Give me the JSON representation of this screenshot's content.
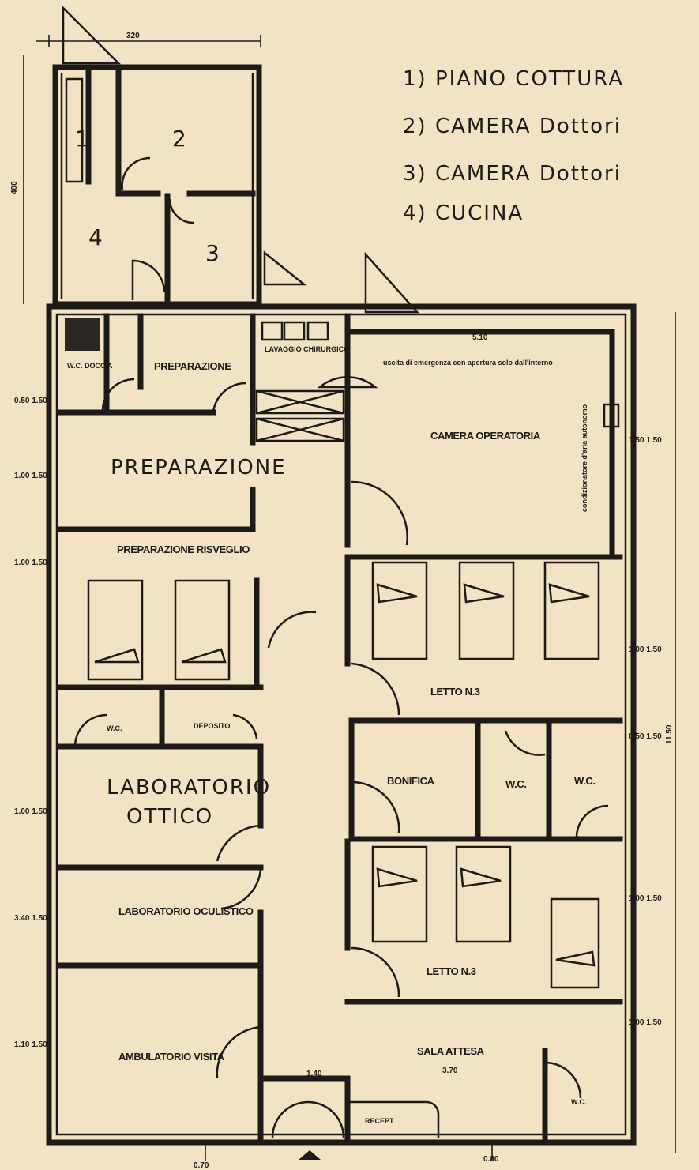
{
  "legend": [
    {
      "num": "1)",
      "text": "PIANO COTTURA"
    },
    {
      "num": "2)",
      "text": "CAMERA Dottori"
    },
    {
      "num": "3)",
      "text": "CAMERA Dottori"
    },
    {
      "num": "4)",
      "text": "CUCINA"
    }
  ],
  "annex_numbers": {
    "one": "1",
    "two": "2",
    "three": "3",
    "four": "4"
  },
  "rooms": {
    "preparazione_top": "PREPARAZIONE",
    "wc_doccia": "W.C. DOCCIA",
    "lavaggio": "LAVAGGIO CHIRURGICO",
    "note_top": "uscita di emergenza con apertura solo dall'interno",
    "camera_operatoria": "CAMERA OPERATORIA",
    "condizionatore": "condizionatore d'aria autonomo",
    "preparazione_hand": "PREPARAZIONE",
    "preparazione_risveglio": "PREPARAZIONE RISVEGLIO",
    "letto_1": "LETTO N.3",
    "wc_left": "W.C.",
    "deposito": "DEPOSITO",
    "bonifica": "BONIFICA",
    "wc_mid": "W.C.",
    "wc_right": "W.C.",
    "lab_ottico_1": "LABORATORIO",
    "lab_ottico_2": "OTTICO",
    "lab_oculistico": "LABORATORIO OCULISTICO",
    "letto_2": "LETTO N.3",
    "sala_attesa": "SALA ATTESA",
    "ambulatorio": "AMBULATORIO VISITA",
    "recept": "RECEPT",
    "wc_bottom": "W.C."
  },
  "dimensions": {
    "top_width": "320",
    "annex_height": "400",
    "overall_height": "11.50",
    "d1": "0.50 1.50",
    "d2": "1.00 1.50",
    "d3": "1.00 1.50",
    "d4": "1.00 1.50",
    "d5": "3.40 1.50",
    "d6": "1.10 1.50",
    "r1": "1.50 1.50",
    "r2": "1.00 1.50",
    "r3": "0.50 1.50",
    "r4": "1.00 1.50",
    "r5": "1.00 1.50",
    "w_top": "5.10",
    "w_entry": "1.40",
    "w_sala": "3.70",
    "bottom_1": "0.70",
    "bottom_2": "0.80"
  }
}
